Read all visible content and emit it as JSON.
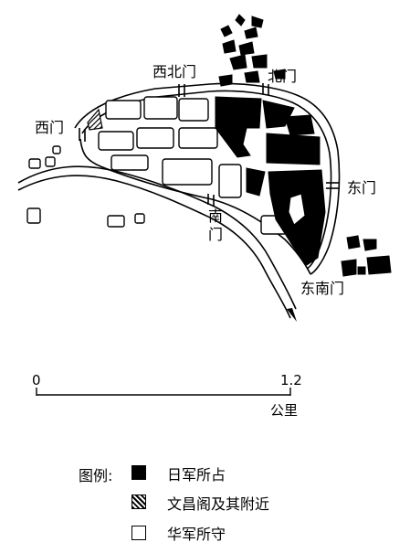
{
  "gates": {
    "west": "西门",
    "northwest": "西北门",
    "north": "北门",
    "east": "东门",
    "south_1": "南",
    "south_2": "门",
    "southeast": "东南门"
  },
  "scale": {
    "start": "0",
    "end": "1.2",
    "unit": "公里"
  },
  "legend": {
    "title": "图例:",
    "items": [
      {
        "label": "日军所占",
        "fill": "solid-black"
      },
      {
        "label": "文昌阁及其附近",
        "fill": "diagonal-hatch"
      },
      {
        "label": "华军所守",
        "fill": "white"
      }
    ]
  },
  "colors": {
    "ink": "#000000",
    "paper": "#ffffff"
  }
}
